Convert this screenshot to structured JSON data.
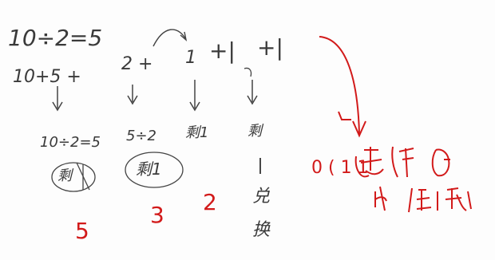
{
  "line1": {
    "eq": "10÷2=5"
  },
  "line2": {
    "part1": "10+5 +",
    "part2": "2 +",
    "part3": "1",
    "part4": "+|",
    "part5": "+|"
  },
  "row3": {
    "c1": "10÷2=5",
    "c2": "5÷2",
    "c3": "剩1",
    "c4": "剩"
  },
  "row4": {
    "c1": "剩",
    "c2": "剩1"
  },
  "row5": {
    "c1": "5",
    "c2": "3",
    "c3": "2",
    "c4": "兑",
    "c4b": "换"
  },
  "note": {
    "line1": "0 ( 1 1 ",
    "line2": " 1  1 "
  },
  "colors": {
    "ink": "#2a2a2a",
    "red": "#d21a1a"
  }
}
